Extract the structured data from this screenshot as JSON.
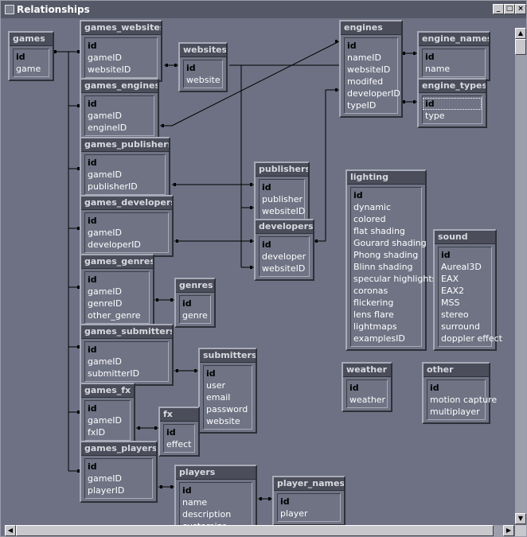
{
  "window": {
    "title": "Relationships",
    "minimize": "_",
    "maximize": "□",
    "close": "×"
  },
  "tables": {
    "games": {
      "name": "games",
      "fields": [
        "id",
        "game"
      ]
    },
    "games_websites": {
      "name": "games_websites",
      "fields": [
        "id",
        "gameID",
        "websiteID"
      ]
    },
    "websites": {
      "name": "websites",
      "fields": [
        "id",
        "website"
      ]
    },
    "engines": {
      "name": "engines",
      "fields": [
        "id",
        "nameID",
        "websiteID",
        "modifed",
        "developerID",
        "typeID"
      ]
    },
    "engine_names": {
      "name": "engine_names",
      "fields": [
        "id",
        "name"
      ]
    },
    "engine_types": {
      "name": "engine_types",
      "fields": [
        "id",
        "type"
      ]
    },
    "games_engines": {
      "name": "games_engines",
      "fields": [
        "id",
        "gameID",
        "engineID"
      ]
    },
    "games_publishers": {
      "name": "games_publishers",
      "fields": [
        "id",
        "gameID",
        "publisherID"
      ]
    },
    "publishers": {
      "name": "publishers",
      "fields": [
        "id",
        "publisher",
        "websiteID"
      ]
    },
    "games_developers": {
      "name": "games_developers",
      "fields": [
        "id",
        "gameID",
        "developerID"
      ]
    },
    "developers": {
      "name": "developers",
      "fields": [
        "id",
        "developer",
        "websiteID"
      ]
    },
    "lighting": {
      "name": "lighting",
      "fields": [
        "id",
        "dynamic",
        "colored",
        "flat shading",
        "Gourard shading",
        "Phong shading",
        "Blinn shading",
        "specular highlights",
        "coronas",
        "flickering",
        "lens flare",
        "lightmaps",
        "examplesID"
      ]
    },
    "sound": {
      "name": "sound",
      "fields": [
        "id",
        "Aureal3D",
        "EAX",
        "EAX2",
        "MSS",
        "stereo",
        "surround",
        "doppler effect"
      ]
    },
    "games_genres": {
      "name": "games_genres",
      "fields": [
        "id",
        "gameID",
        "genreID",
        "other_genre"
      ]
    },
    "genres": {
      "name": "genres",
      "fields": [
        "id",
        "genre"
      ]
    },
    "games_submitters": {
      "name": "games_submitters",
      "fields": [
        "id",
        "gameID",
        "submitterID"
      ]
    },
    "submitters": {
      "name": "submitters",
      "fields": [
        "id",
        "user",
        "email",
        "password",
        "website"
      ]
    },
    "weather": {
      "name": "weather",
      "fields": [
        "id",
        "weather"
      ]
    },
    "other": {
      "name": "other",
      "fields": [
        "id",
        "motion capture",
        "multiplayer"
      ]
    },
    "games_fx": {
      "name": "games_fx",
      "fields": [
        "id",
        "gameID",
        "fxID"
      ]
    },
    "fx": {
      "name": "fx",
      "fields": [
        "id",
        "effect"
      ]
    },
    "games_players": {
      "name": "games_players",
      "fields": [
        "id",
        "gameID",
        "playerID"
      ]
    },
    "players": {
      "name": "players",
      "fields": [
        "id",
        "name",
        "description",
        "customize"
      ]
    },
    "player_names": {
      "name": "player_names",
      "fields": [
        "id",
        "player"
      ]
    }
  }
}
